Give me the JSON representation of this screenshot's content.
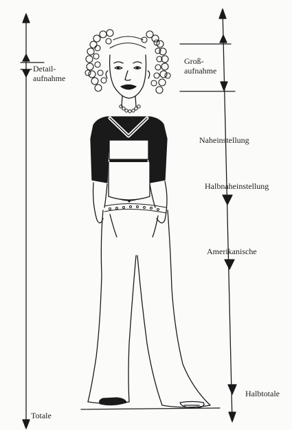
{
  "labels": {
    "detail_line1": "Detail-",
    "detail_line2": "aufnahme",
    "gross_line1": "Groß-",
    "gross_line2": "aufnahme",
    "naheinstellung": "Naheinstellung",
    "halbnaheinstellung": "Halbnaheinstellung",
    "amerikanische": "Amerikanische",
    "halbtotale": "Halbtotale",
    "totale": "Totale"
  },
  "colors": {
    "ink": "#1a1a1a",
    "paper": "#fbfbfa"
  }
}
